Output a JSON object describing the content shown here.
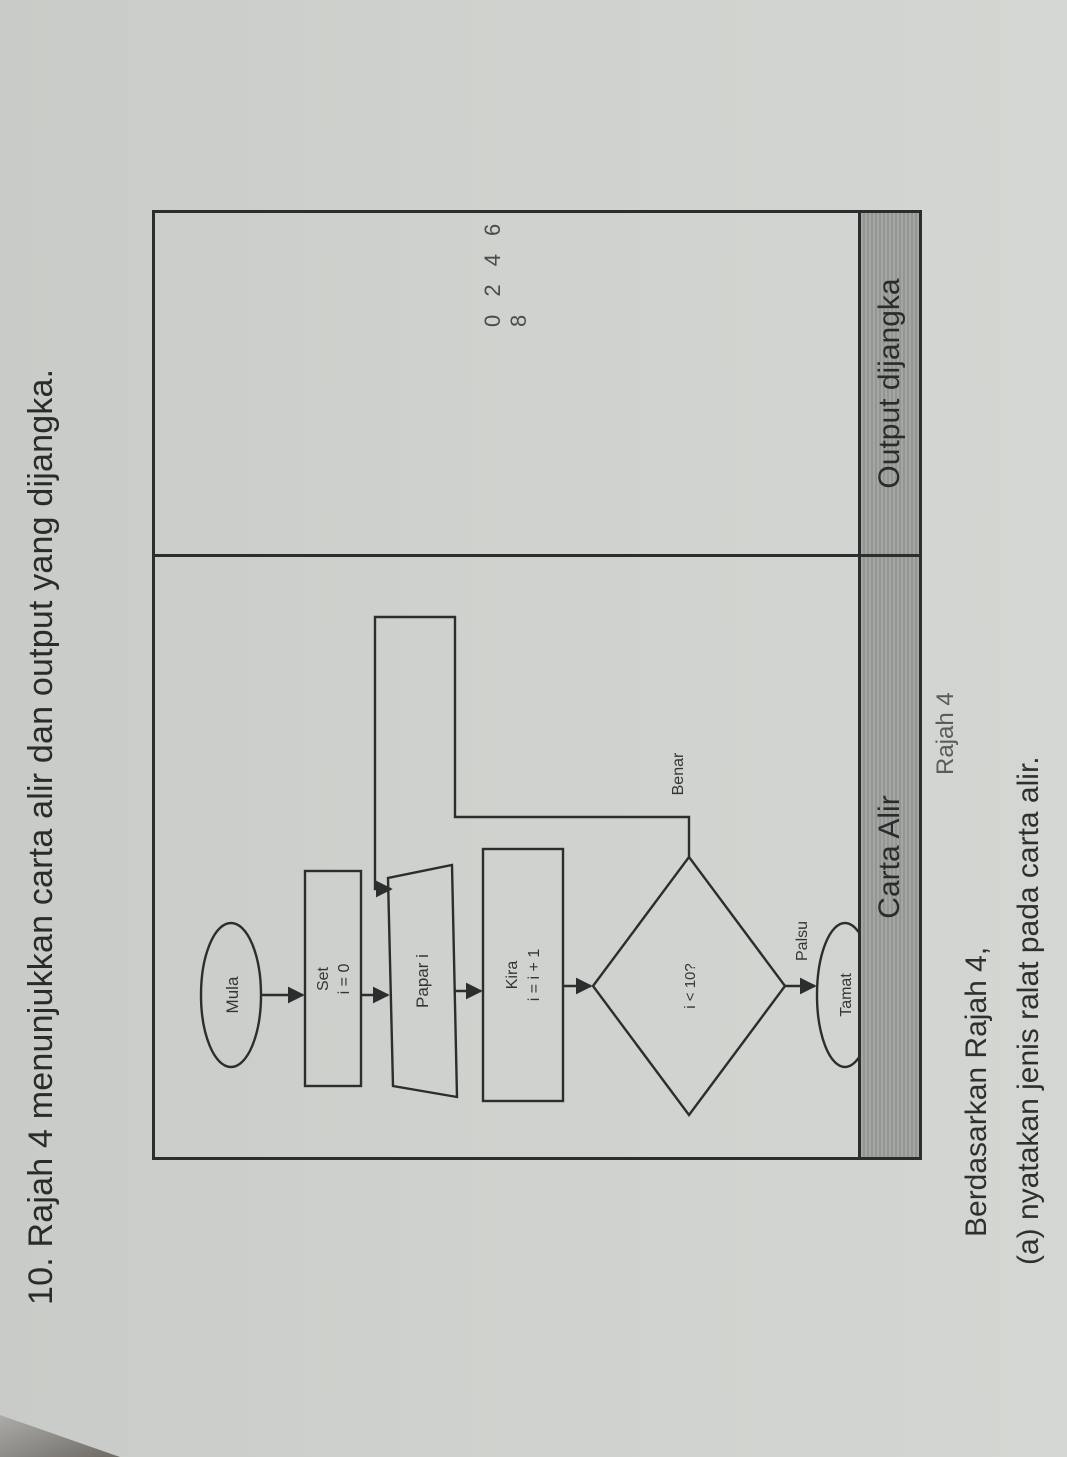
{
  "question": {
    "number": "10.",
    "intro": "Rajah 4 menunjukkan carta alir dan output yang dijangka."
  },
  "figure": {
    "caption": "Rajah 4",
    "columns": [
      {
        "header": "Carta Alir"
      },
      {
        "header": "Output dijangka"
      }
    ],
    "expected_output": "0 2 4 6 8",
    "flowchart": {
      "nodes": [
        {
          "id": "start",
          "shape": "terminator",
          "lines": [
            "Mula"
          ]
        },
        {
          "id": "set",
          "shape": "process",
          "lines": [
            "Set",
            "i = 0"
          ]
        },
        {
          "id": "display",
          "shape": "input-output",
          "lines": [
            "Papar i"
          ]
        },
        {
          "id": "compute",
          "shape": "process",
          "lines": [
            "Kira",
            "i = i + 1"
          ]
        },
        {
          "id": "decision",
          "shape": "decision",
          "lines": [
            "i < 10?"
          ]
        },
        {
          "id": "end",
          "shape": "terminator",
          "lines": [
            "Tamat"
          ]
        }
      ],
      "edge_labels": {
        "true": "Benar",
        "false": "Palsu"
      }
    }
  },
  "after_figure": {
    "lead": "Berdasarkan Rajah 4,",
    "part_a": "(a)  nyatakan jenis ralat pada carta alir."
  }
}
